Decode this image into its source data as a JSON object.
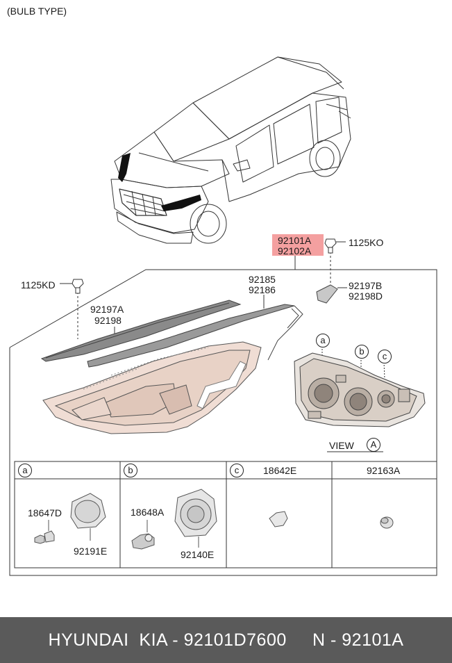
{
  "title": "(BULB TYPE)",
  "callouts": {
    "p92101A": "92101A",
    "p92102A": "92102A",
    "p1125KO": "1125KO",
    "p1125KD": "1125KD",
    "p92185": "92185",
    "p92186": "92186",
    "p92197A": "92197A",
    "p92198": "92198",
    "p92197B": "92197B",
    "p92198D": "92198D"
  },
  "view": {
    "markers": [
      "a",
      "b",
      "c"
    ],
    "label": "VIEW",
    "id": "A"
  },
  "table": {
    "headers": [
      {
        "marker": "a",
        "text": ""
      },
      {
        "marker": "b",
        "text": ""
      },
      {
        "marker": "c",
        "text": "18642E"
      },
      {
        "marker": "",
        "text": "92163A"
      }
    ],
    "cells": {
      "a1": "18647D",
      "a2": "92191E",
      "b1": "18648A",
      "b2": "92140E"
    }
  },
  "highlight_color": "#f4a0a0",
  "footer": {
    "brand": "HYUNDAI  KIA",
    "part": "92101D7600",
    "alt": "N - 92101A"
  }
}
